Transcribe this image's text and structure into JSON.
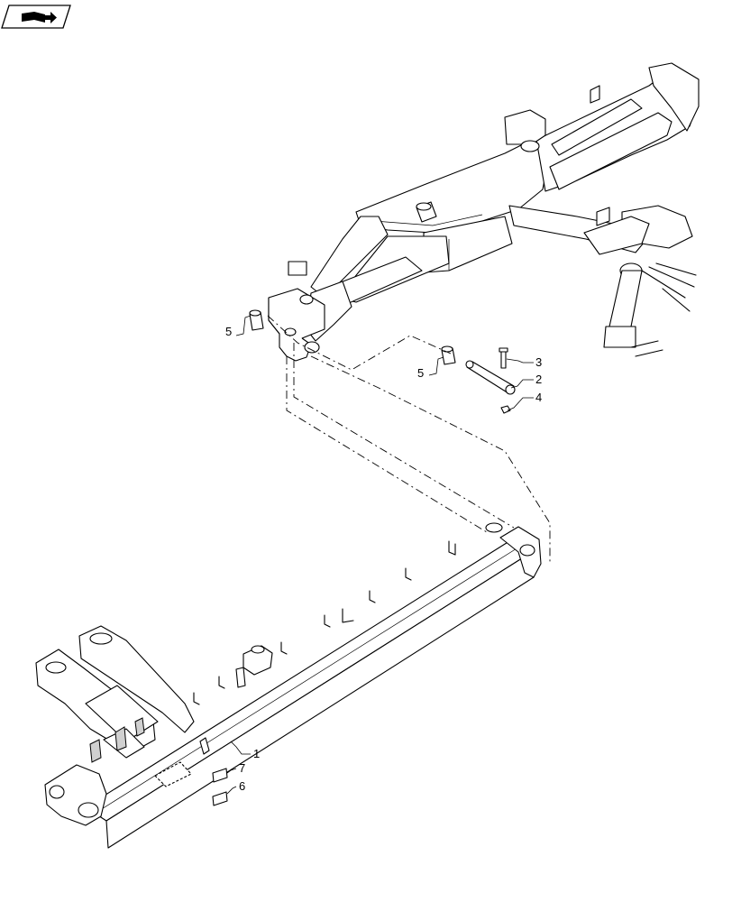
{
  "toolbar": {
    "icon": "book-arrow-icon"
  },
  "callouts": {
    "c1": "1",
    "c2": "2",
    "c3": "3",
    "c4": "4",
    "c5a": "5",
    "c5b": "5",
    "c6": "6",
    "c7": "7"
  }
}
